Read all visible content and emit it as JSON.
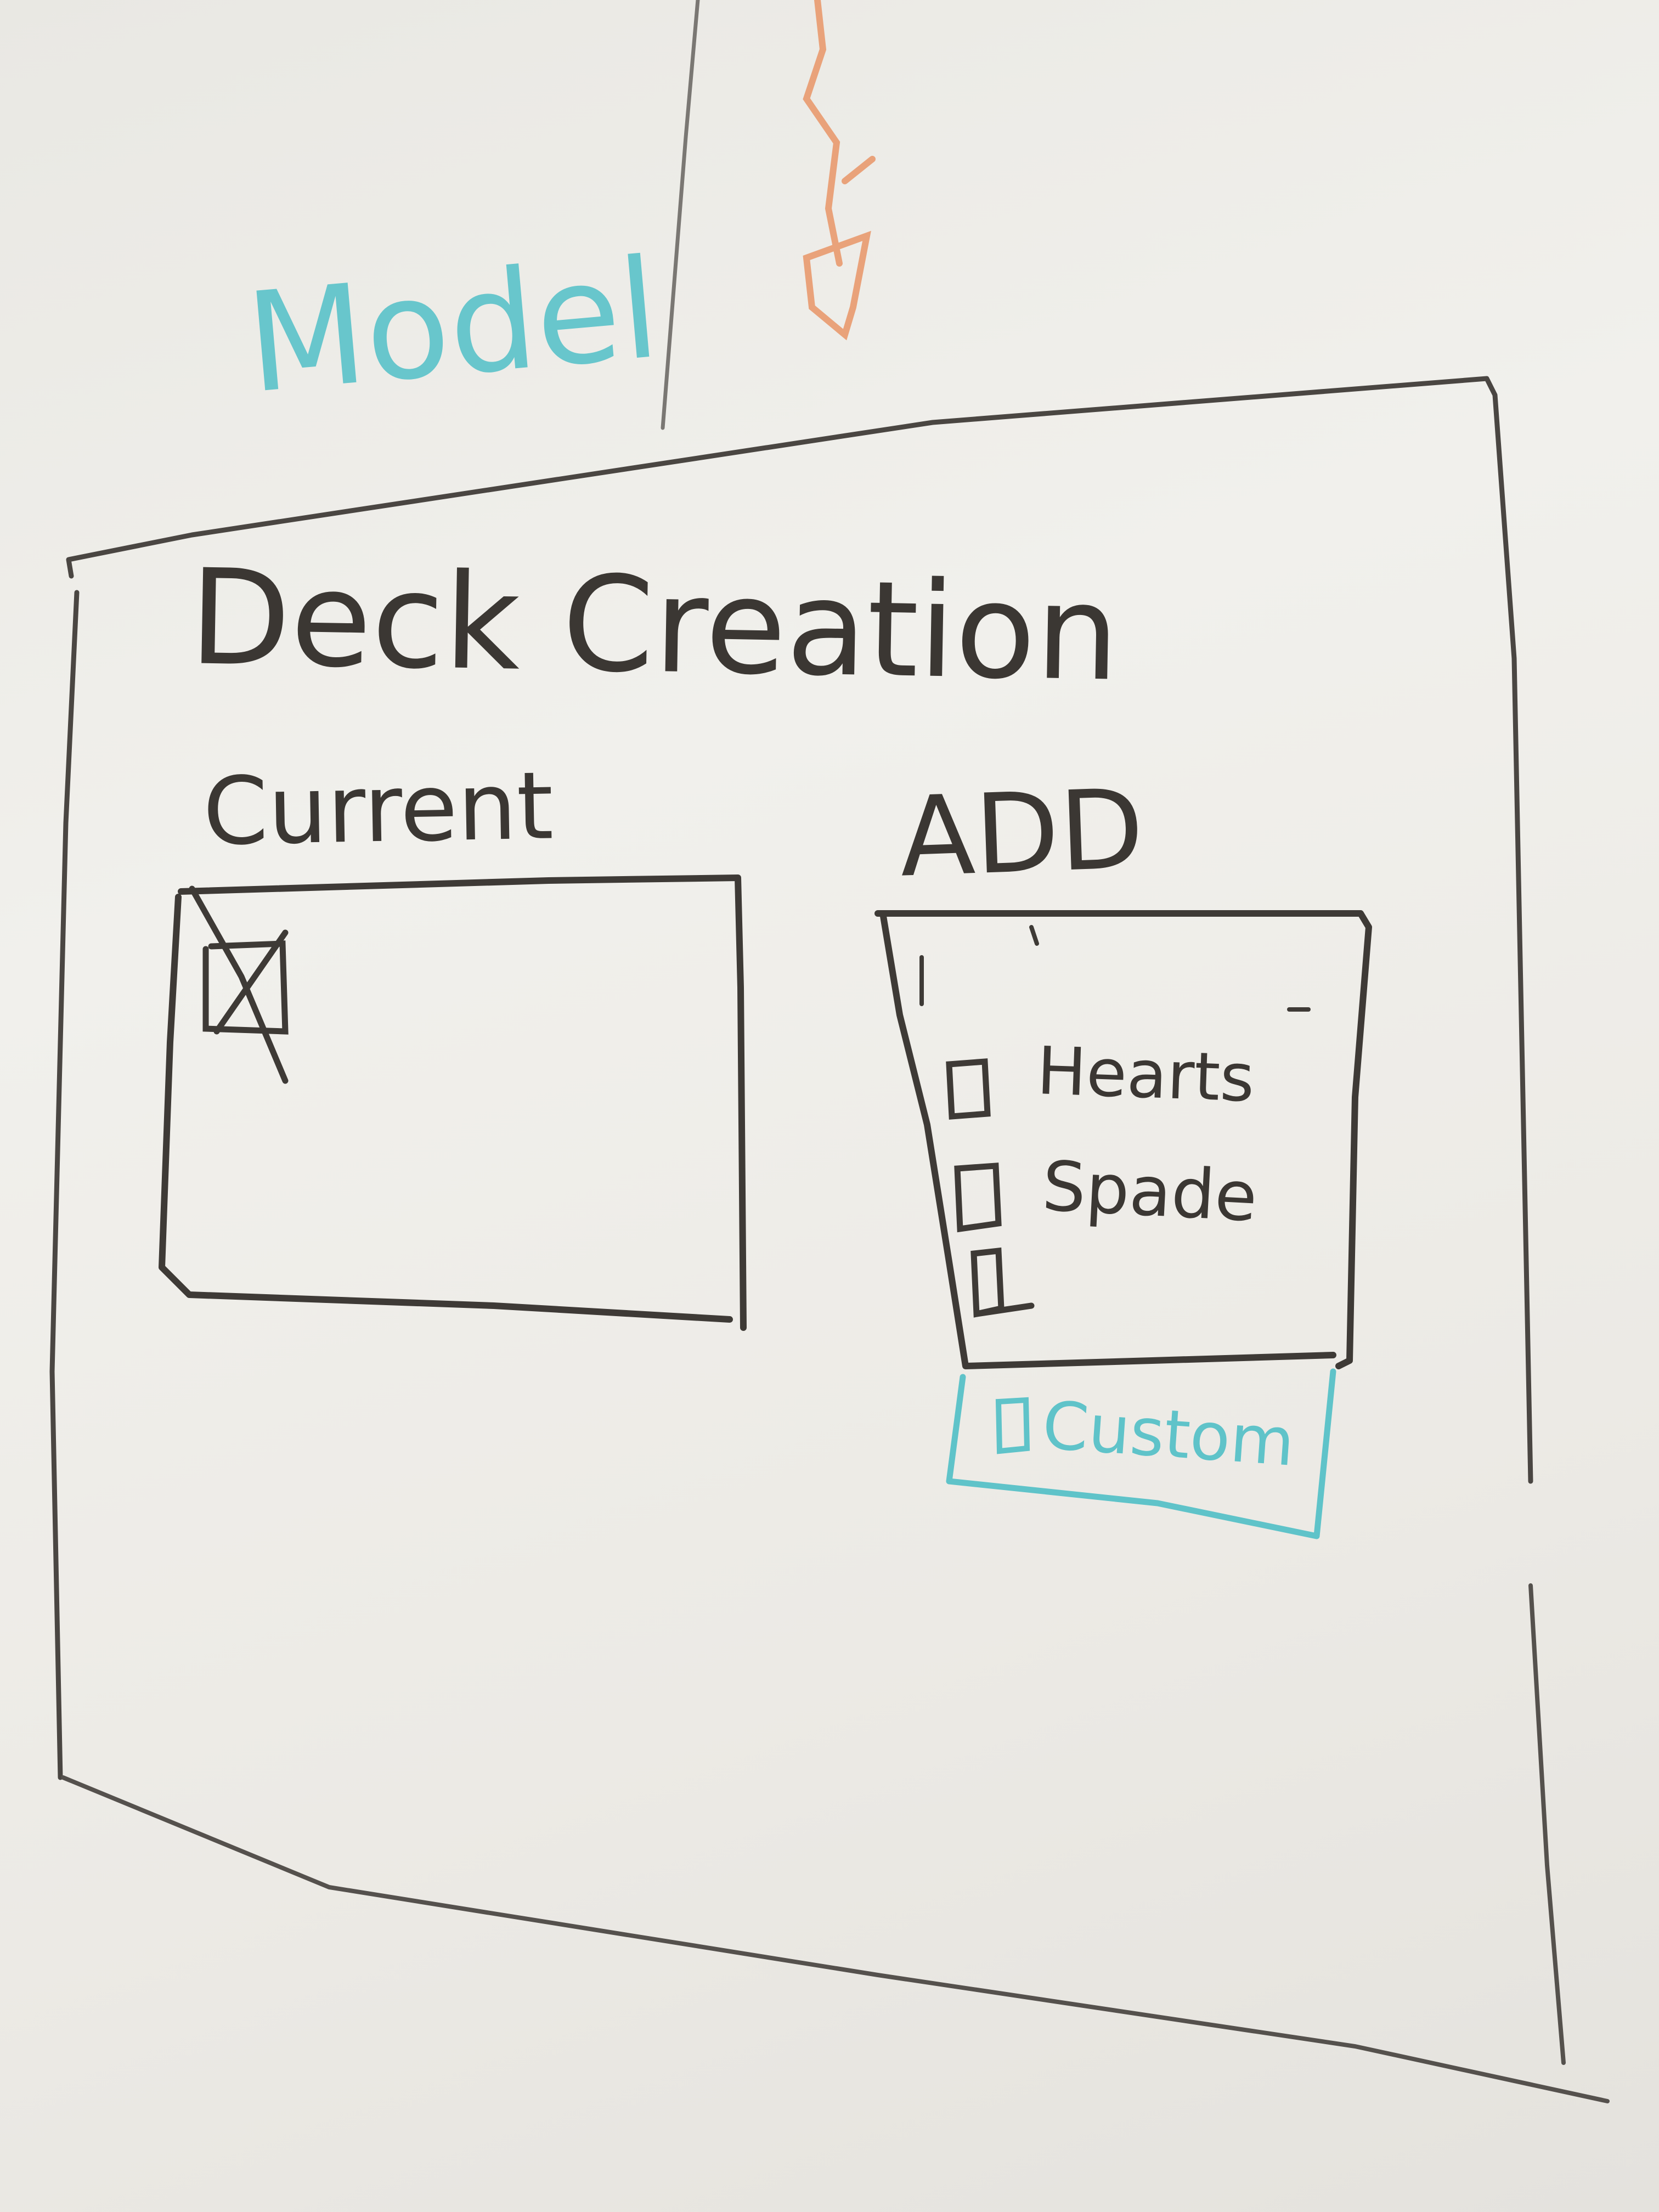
{
  "sketch": {
    "model_note": "Model",
    "window_title": "Deck Creation",
    "current_panel": {
      "heading": "Current",
      "checkbox_checked": true
    },
    "add_panel": {
      "heading": "ADD",
      "options": [
        {
          "label": "Hearts",
          "checked": false
        },
        {
          "label": "Spade",
          "checked": false
        },
        {
          "label": "",
          "checked": false
        }
      ],
      "custom_label": "Custom"
    },
    "colors": {
      "marker_black": "#3b3733",
      "marker_teal": "#5fc3c9",
      "marker_orange": "#e9a27a",
      "board": "#eeede9"
    }
  }
}
